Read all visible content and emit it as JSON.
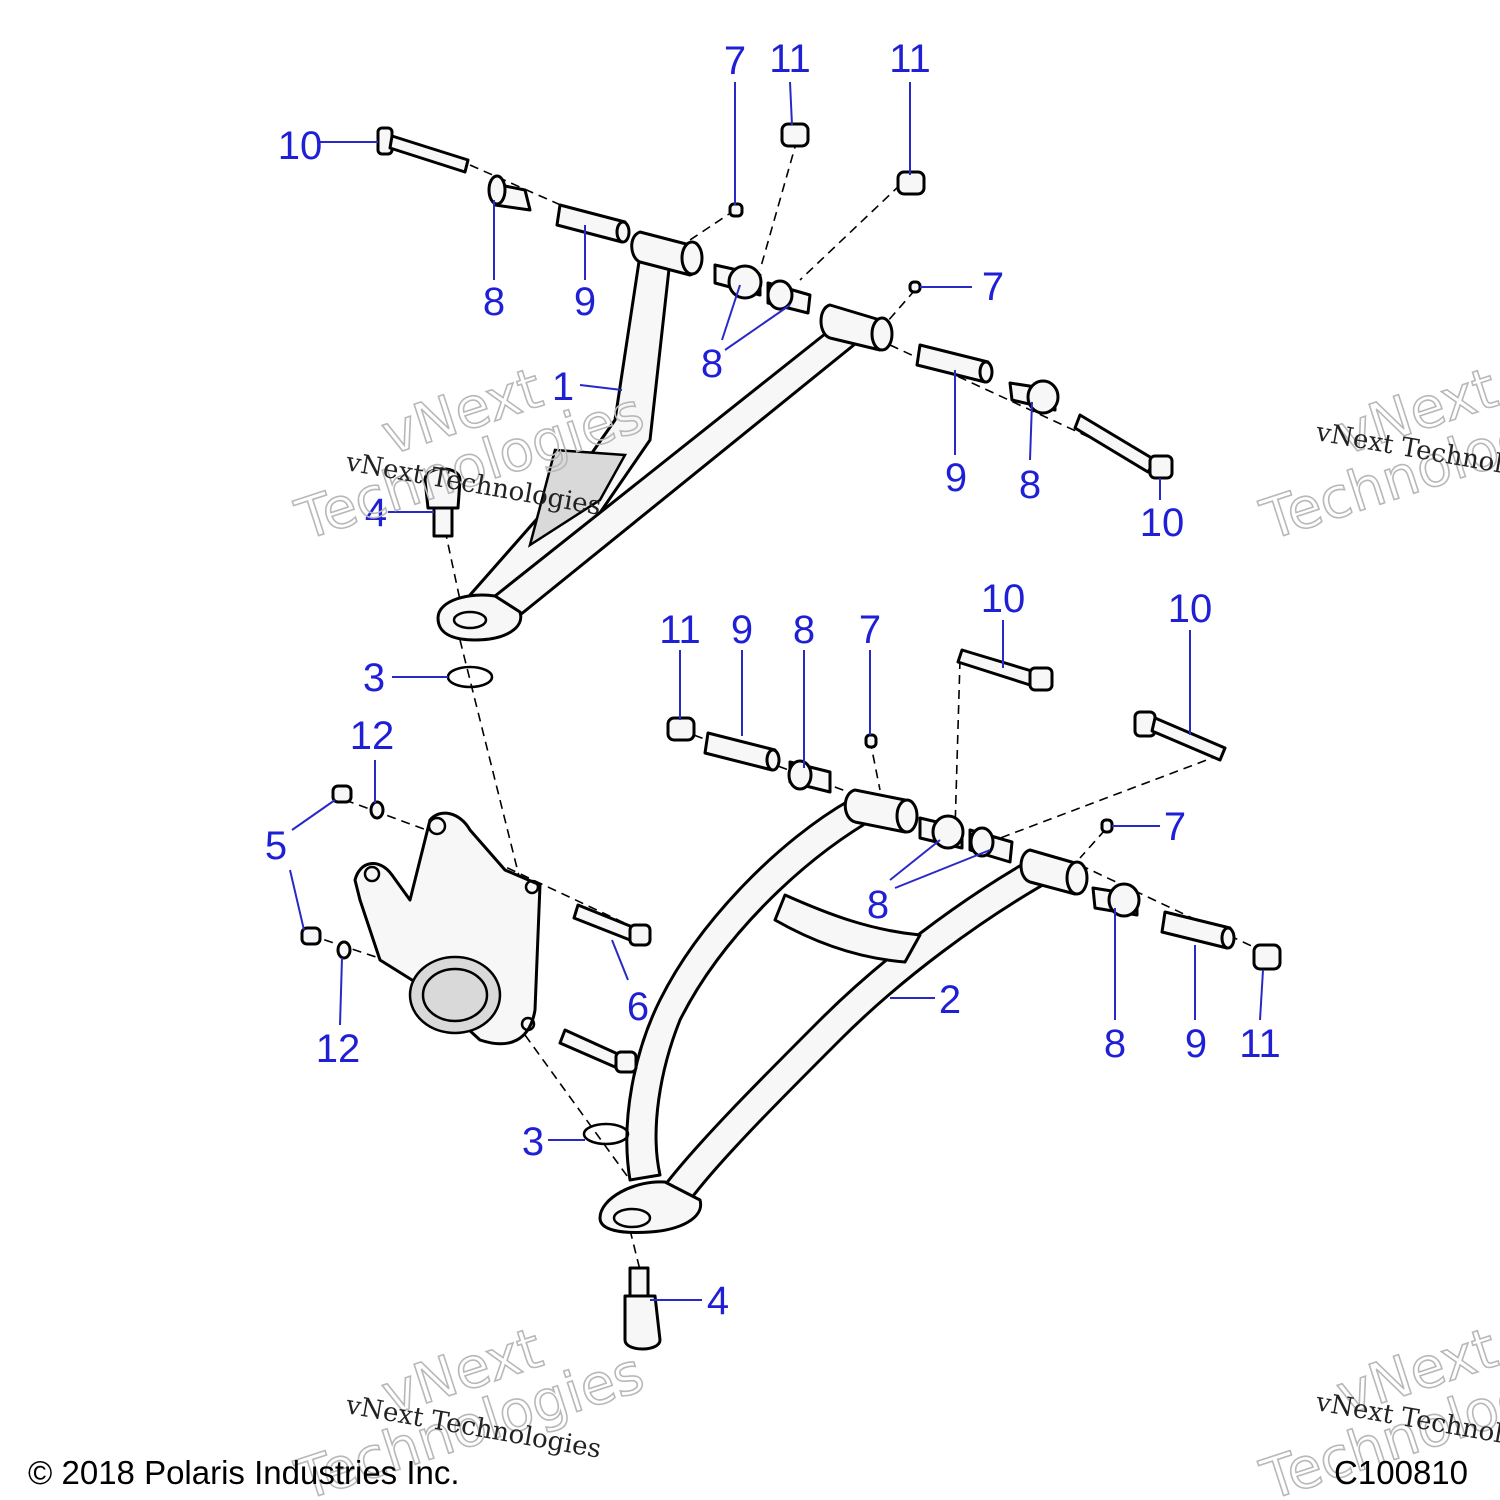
{
  "diagram": {
    "callouts": [
      {
        "id": "10a",
        "label": "10"
      },
      {
        "id": "7a",
        "label": "7"
      },
      {
        "id": "11a",
        "label": "11"
      },
      {
        "id": "11b",
        "label": "11"
      },
      {
        "id": "8a",
        "label": "8"
      },
      {
        "id": "9a",
        "label": "9"
      },
      {
        "id": "7b",
        "label": "7"
      },
      {
        "id": "8b",
        "label": "8"
      },
      {
        "id": "1",
        "label": "1"
      },
      {
        "id": "9b",
        "label": "9"
      },
      {
        "id": "8c",
        "label": "8"
      },
      {
        "id": "10b",
        "label": "10"
      },
      {
        "id": "4a",
        "label": "4"
      },
      {
        "id": "3a",
        "label": "3"
      },
      {
        "id": "11c",
        "label": "11"
      },
      {
        "id": "9c",
        "label": "9"
      },
      {
        "id": "8d",
        "label": "8"
      },
      {
        "id": "7c",
        "label": "7"
      },
      {
        "id": "10c",
        "label": "10"
      },
      {
        "id": "10d",
        "label": "10"
      },
      {
        "id": "12a",
        "label": "12"
      },
      {
        "id": "5",
        "label": "5"
      },
      {
        "id": "7d",
        "label": "7"
      },
      {
        "id": "8e",
        "label": "8"
      },
      {
        "id": "2",
        "label": "2"
      },
      {
        "id": "6",
        "label": "6"
      },
      {
        "id": "12b",
        "label": "12"
      },
      {
        "id": "8f",
        "label": "8"
      },
      {
        "id": "9d",
        "label": "9"
      },
      {
        "id": "11d",
        "label": "11"
      },
      {
        "id": "3b",
        "label": "3"
      },
      {
        "id": "4b",
        "label": "4"
      }
    ],
    "watermark": {
      "line1": "vNext",
      "line2": "Technologies",
      "caption": "vNext Technologies"
    },
    "colors": {
      "callout": "#1f1fd6",
      "line": "#000000",
      "background": "#ffffff"
    }
  },
  "footer": {
    "copyright": "© 2018 Polaris Industries Inc.",
    "figure_code": "C100810"
  }
}
